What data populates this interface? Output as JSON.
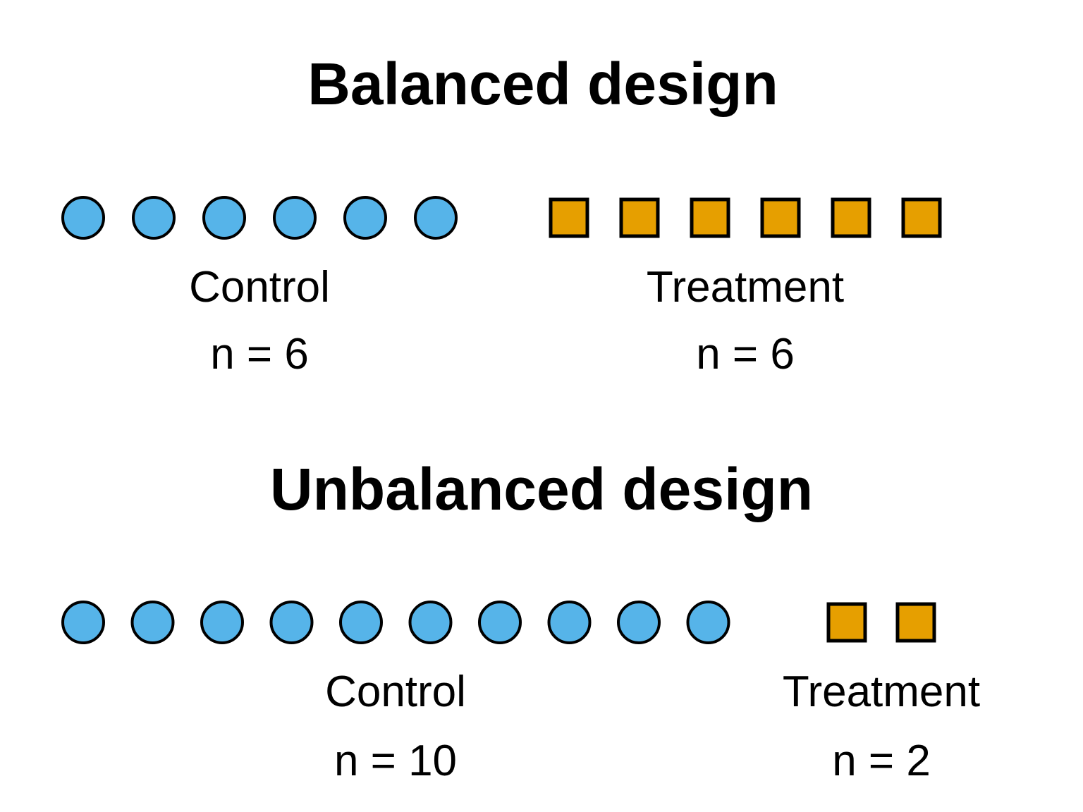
{
  "figure": {
    "background": "#ffffff"
  },
  "colors": {
    "control_fill": "#56B4E9",
    "treatment_fill": "#E69F00",
    "outline": "#000000",
    "text": "#000000"
  },
  "sections": [
    {
      "title": "Balanced design",
      "groups": [
        {
          "name": "control",
          "shape": "circle",
          "count": 6,
          "color": "#56B4E9",
          "label": "Control",
          "n_label": "n = 6"
        },
        {
          "name": "treatment",
          "shape": "square",
          "count": 6,
          "color": "#E69F00",
          "label": "Treatment",
          "n_label": "n = 6"
        }
      ]
    },
    {
      "title": "Unbalanced design",
      "groups": [
        {
          "name": "control",
          "shape": "circle",
          "count": 10,
          "color": "#56B4E9",
          "label": "Control",
          "n_label": "n = 10"
        },
        {
          "name": "treatment",
          "shape": "square",
          "count": 2,
          "color": "#E69F00",
          "label": "Treatment",
          "n_label": "n = 2"
        }
      ]
    }
  ]
}
